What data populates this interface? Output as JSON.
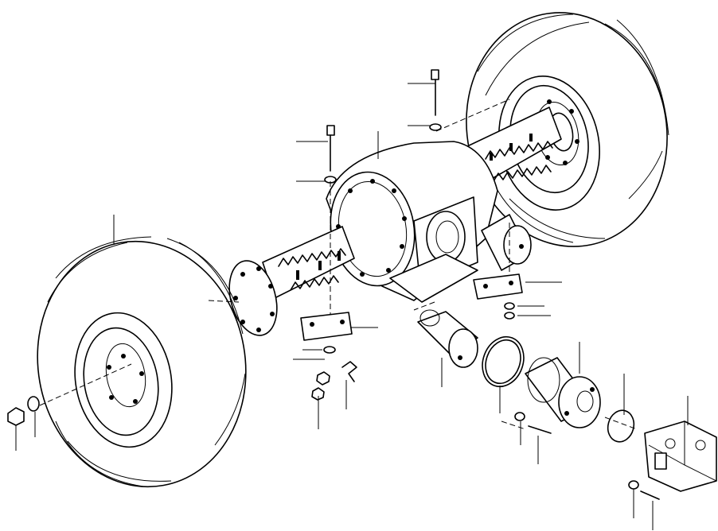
{
  "diagram": {
    "type": "exploded-parts-view",
    "colors": {
      "line": "#000000",
      "background": "#ffffff"
    },
    "parts": [
      "right-wheel-tire",
      "left-wheel-tire",
      "differential-housing",
      "left-axle-tube",
      "right-axle-tube",
      "axle-bolt-top-left",
      "axle-bolt-top-right",
      "washer-upper",
      "mounting-pad-left",
      "mounting-pad-right",
      "lock-washer",
      "hex-nut",
      "clip",
      "pinion-shaft-assembly",
      "o-ring-large",
      "drive-hub-coupling",
      "o-ring-small",
      "hydraulic-motor-valve-block",
      "cap-screw",
      "wheel-lug-nut",
      "wheel-washer"
    ]
  }
}
